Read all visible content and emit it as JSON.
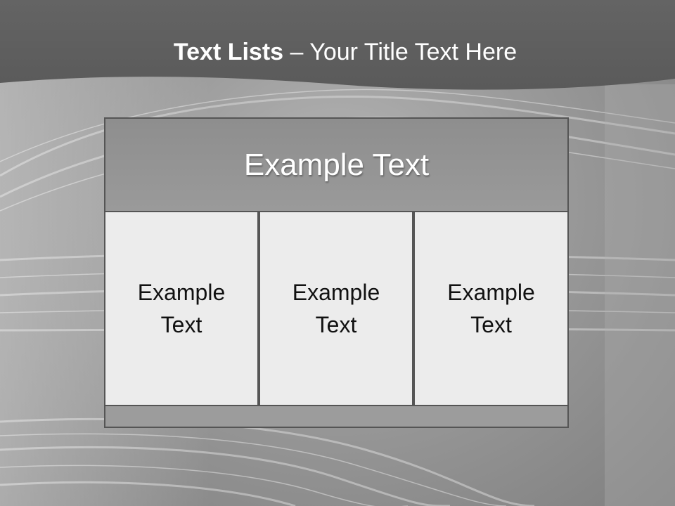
{
  "slide": {
    "title_bold": "Text Lists",
    "title_separator": "–",
    "title_rest": "Your Title Text Here",
    "header": "Example Text",
    "columns": [
      {
        "line1": "Example",
        "line2": "Text"
      },
      {
        "line1": "Example",
        "line2": "Text"
      },
      {
        "line1": "Example",
        "line2": "Text"
      }
    ]
  },
  "colors": {
    "title_band": "#5f5f5f",
    "header_fill": "#939393",
    "cell_fill": "#ececec",
    "footer_fill": "#9c9c9c",
    "border": "#555555",
    "title_text": "#ffffff"
  }
}
